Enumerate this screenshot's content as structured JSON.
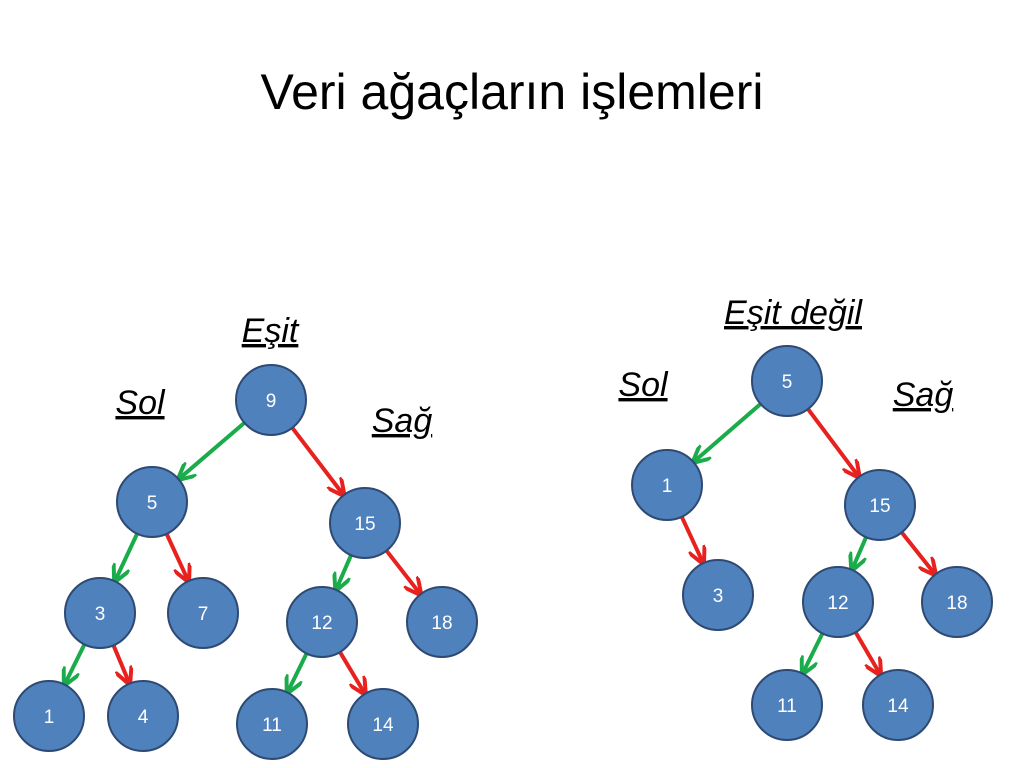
{
  "title": "Veri ağaçların işlemleri",
  "colors": {
    "node_fill": "#4f81bd",
    "node_stroke": "#2e4a72",
    "left_edge": "#1aab4a",
    "right_edge": "#e8211f"
  },
  "trees": [
    {
      "heading": "Eşit",
      "left_label": "Sol",
      "right_label": "Sağ",
      "nodes": [
        {
          "id": "t1n9",
          "value": "9"
        },
        {
          "id": "t1n5",
          "value": "5"
        },
        {
          "id": "t1n15",
          "value": "15"
        },
        {
          "id": "t1n3",
          "value": "3"
        },
        {
          "id": "t1n7",
          "value": "7"
        },
        {
          "id": "t1n12",
          "value": "12"
        },
        {
          "id": "t1n18",
          "value": "18"
        },
        {
          "id": "t1n1",
          "value": "1"
        },
        {
          "id": "t1n4",
          "value": "4"
        },
        {
          "id": "t1n11",
          "value": "11"
        },
        {
          "id": "t1n14",
          "value": "14"
        }
      ],
      "edges": [
        {
          "from": "t1n9",
          "to": "t1n5",
          "side": "left"
        },
        {
          "from": "t1n9",
          "to": "t1n15",
          "side": "right"
        },
        {
          "from": "t1n5",
          "to": "t1n3",
          "side": "left"
        },
        {
          "from": "t1n5",
          "to": "t1n7",
          "side": "right"
        },
        {
          "from": "t1n15",
          "to": "t1n12",
          "side": "left"
        },
        {
          "from": "t1n15",
          "to": "t1n18",
          "side": "right"
        },
        {
          "from": "t1n3",
          "to": "t1n1",
          "side": "left"
        },
        {
          "from": "t1n3",
          "to": "t1n4",
          "side": "right"
        },
        {
          "from": "t1n12",
          "to": "t1n11",
          "side": "left"
        },
        {
          "from": "t1n12",
          "to": "t1n14",
          "side": "right"
        }
      ]
    },
    {
      "heading": "Eşit değil",
      "left_label": "Sol",
      "right_label": "Sağ",
      "nodes": [
        {
          "id": "t2n5",
          "value": "5"
        },
        {
          "id": "t2n1",
          "value": "1"
        },
        {
          "id": "t2n15",
          "value": "15"
        },
        {
          "id": "t2n3",
          "value": "3"
        },
        {
          "id": "t2n12",
          "value": "12"
        },
        {
          "id": "t2n18",
          "value": "18"
        },
        {
          "id": "t2n11",
          "value": "11"
        },
        {
          "id": "t2n14",
          "value": "14"
        }
      ],
      "edges": [
        {
          "from": "t2n5",
          "to": "t2n1",
          "side": "left"
        },
        {
          "from": "t2n5",
          "to": "t2n15",
          "side": "right"
        },
        {
          "from": "t2n1",
          "to": "t2n3",
          "side": "right"
        },
        {
          "from": "t2n15",
          "to": "t2n12",
          "side": "left"
        },
        {
          "from": "t2n15",
          "to": "t2n18",
          "side": "right"
        },
        {
          "from": "t2n12",
          "to": "t2n11",
          "side": "left"
        },
        {
          "from": "t2n12",
          "to": "t2n14",
          "side": "right"
        }
      ]
    }
  ]
}
